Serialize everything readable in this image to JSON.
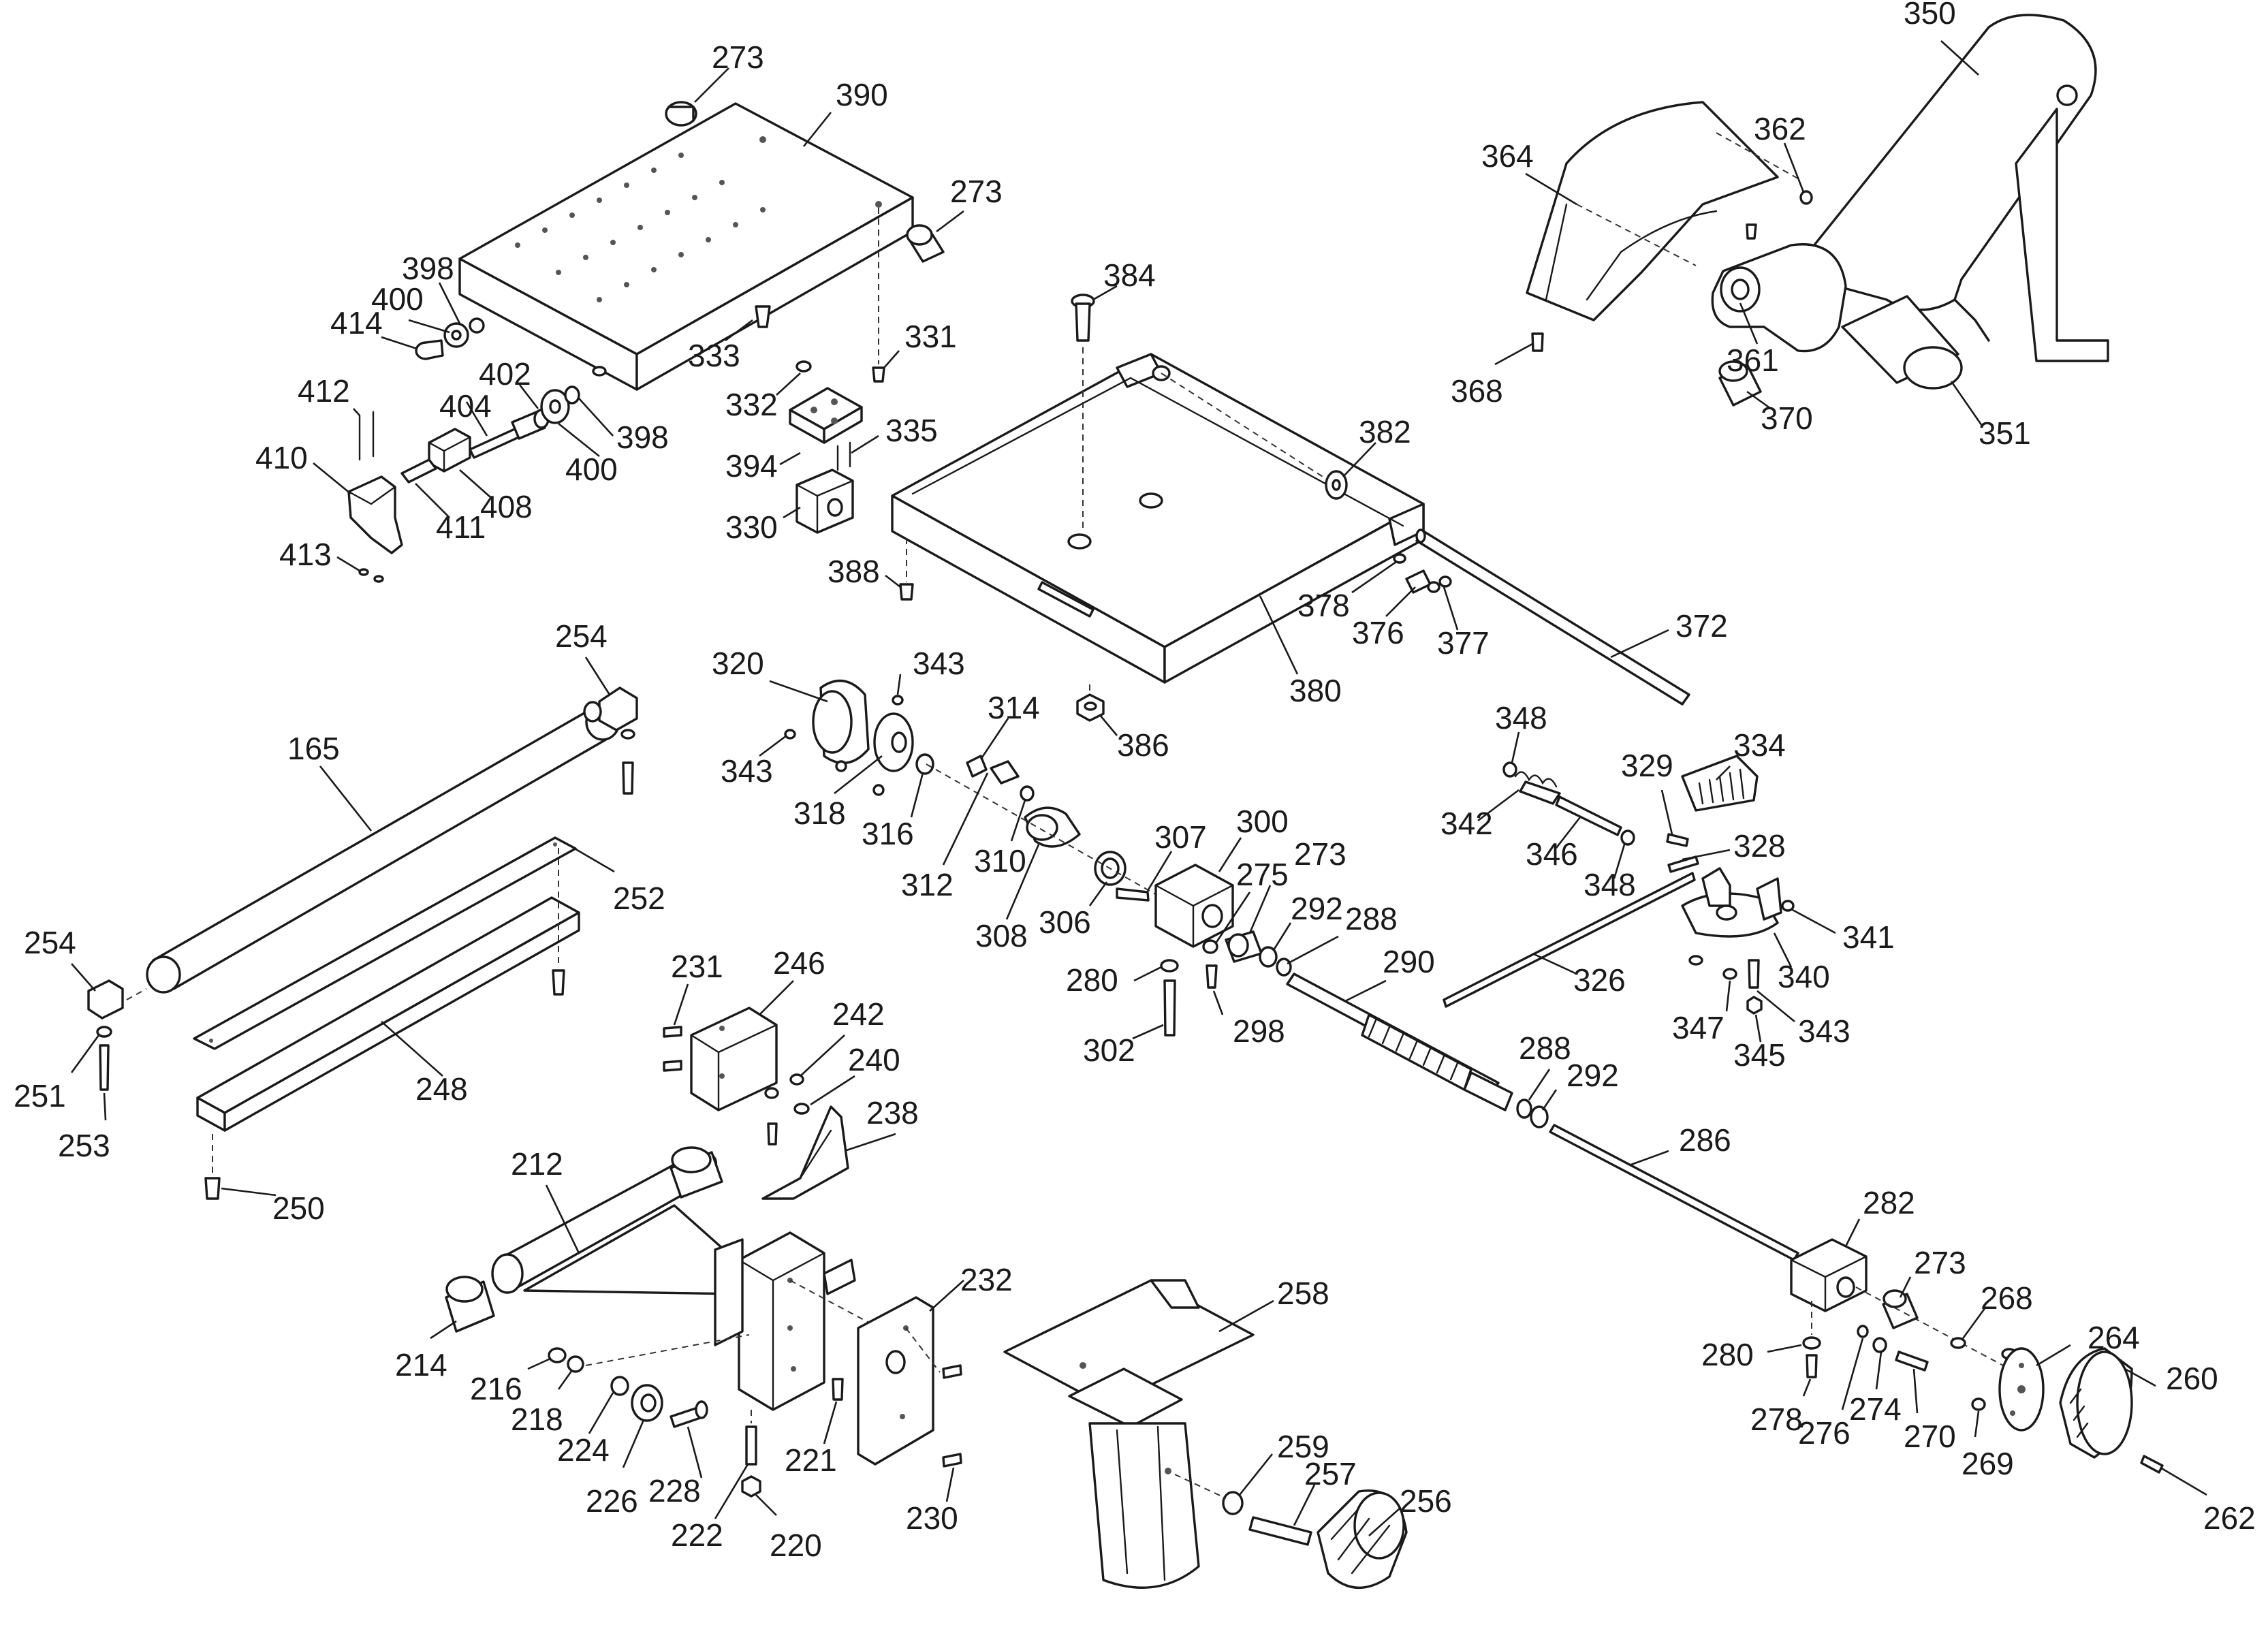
{
  "diagram": {
    "type": "exploded-parts-view",
    "callouts": [
      {
        "id": "273a",
        "text": "273"
      },
      {
        "id": "390",
        "text": "390"
      },
      {
        "id": "273b",
        "text": "273"
      },
      {
        "id": "398a",
        "text": "398"
      },
      {
        "id": "400a",
        "text": "400"
      },
      {
        "id": "414",
        "text": "414"
      },
      {
        "id": "333",
        "text": "333"
      },
      {
        "id": "331",
        "text": "331"
      },
      {
        "id": "402",
        "text": "402"
      },
      {
        "id": "404",
        "text": "404"
      },
      {
        "id": "398b",
        "text": "398"
      },
      {
        "id": "400b",
        "text": "400"
      },
      {
        "id": "412",
        "text": "412"
      },
      {
        "id": "410",
        "text": "410"
      },
      {
        "id": "408",
        "text": "408"
      },
      {
        "id": "411",
        "text": "411"
      },
      {
        "id": "413",
        "text": "413"
      },
      {
        "id": "332",
        "text": "332"
      },
      {
        "id": "335",
        "text": "335"
      },
      {
        "id": "394",
        "text": "394"
      },
      {
        "id": "330",
        "text": "330"
      },
      {
        "id": "384",
        "text": "384"
      },
      {
        "id": "382",
        "text": "382"
      },
      {
        "id": "388",
        "text": "388"
      },
      {
        "id": "378",
        "text": "378"
      },
      {
        "id": "376",
        "text": "376"
      },
      {
        "id": "377",
        "text": "377"
      },
      {
        "id": "380",
        "text": "380"
      },
      {
        "id": "372",
        "text": "372"
      },
      {
        "id": "386",
        "text": "386"
      },
      {
        "id": "350",
        "text": "350"
      },
      {
        "id": "364",
        "text": "364"
      },
      {
        "id": "362",
        "text": "362"
      },
      {
        "id": "361",
        "text": "361"
      },
      {
        "id": "368",
        "text": "368"
      },
      {
        "id": "370",
        "text": "370"
      },
      {
        "id": "351",
        "text": "351"
      },
      {
        "id": "254a",
        "text": "254"
      },
      {
        "id": "165",
        "text": "165"
      },
      {
        "id": "252",
        "text": "252"
      },
      {
        "id": "254b",
        "text": "254"
      },
      {
        "id": "251",
        "text": "251"
      },
      {
        "id": "253",
        "text": "253"
      },
      {
        "id": "248",
        "text": "248"
      },
      {
        "id": "250",
        "text": "250"
      },
      {
        "id": "320",
        "text": "320"
      },
      {
        "id": "343a",
        "text": "343"
      },
      {
        "id": "343b",
        "text": "343"
      },
      {
        "id": "318",
        "text": "318"
      },
      {
        "id": "316",
        "text": "316"
      },
      {
        "id": "314",
        "text": "314"
      },
      {
        "id": "312",
        "text": "312"
      },
      {
        "id": "310",
        "text": "310"
      },
      {
        "id": "308",
        "text": "308"
      },
      {
        "id": "306",
        "text": "306"
      },
      {
        "id": "307",
        "text": "307"
      },
      {
        "id": "300",
        "text": "300"
      },
      {
        "id": "275",
        "text": "275"
      },
      {
        "id": "273c",
        "text": "273"
      },
      {
        "id": "292a",
        "text": "292"
      },
      {
        "id": "288a",
        "text": "288"
      },
      {
        "id": "280a",
        "text": "280"
      },
      {
        "id": "298",
        "text": "298"
      },
      {
        "id": "302",
        "text": "302"
      },
      {
        "id": "290",
        "text": "290"
      },
      {
        "id": "288b",
        "text": "288"
      },
      {
        "id": "292b",
        "text": "292"
      },
      {
        "id": "286",
        "text": "286"
      },
      {
        "id": "348a",
        "text": "348"
      },
      {
        "id": "342",
        "text": "342"
      },
      {
        "id": "346",
        "text": "346"
      },
      {
        "id": "348b",
        "text": "348"
      },
      {
        "id": "329",
        "text": "329"
      },
      {
        "id": "334",
        "text": "334"
      },
      {
        "id": "328",
        "text": "328"
      },
      {
        "id": "326",
        "text": "326"
      },
      {
        "id": "341",
        "text": "341"
      },
      {
        "id": "340",
        "text": "340"
      },
      {
        "id": "347",
        "text": "347"
      },
      {
        "id": "343c",
        "text": "343"
      },
      {
        "id": "345",
        "text": "345"
      },
      {
        "id": "231",
        "text": "231"
      },
      {
        "id": "246",
        "text": "246"
      },
      {
        "id": "242",
        "text": "242"
      },
      {
        "id": "240",
        "text": "240"
      },
      {
        "id": "238",
        "text": "238"
      },
      {
        "id": "212",
        "text": "212"
      },
      {
        "id": "214",
        "text": "214"
      },
      {
        "id": "216",
        "text": "216"
      },
      {
        "id": "218",
        "text": "218"
      },
      {
        "id": "224",
        "text": "224"
      },
      {
        "id": "226",
        "text": "226"
      },
      {
        "id": "228",
        "text": "228"
      },
      {
        "id": "222",
        "text": "222"
      },
      {
        "id": "220",
        "text": "220"
      },
      {
        "id": "221",
        "text": "221"
      },
      {
        "id": "232",
        "text": "232"
      },
      {
        "id": "230",
        "text": "230"
      },
      {
        "id": "258",
        "text": "258"
      },
      {
        "id": "259",
        "text": "259"
      },
      {
        "id": "257",
        "text": "257"
      },
      {
        "id": "256",
        "text": "256"
      },
      {
        "id": "282",
        "text": "282"
      },
      {
        "id": "273d",
        "text": "273"
      },
      {
        "id": "280b",
        "text": "280"
      },
      {
        "id": "278",
        "text": "278"
      },
      {
        "id": "276",
        "text": "276"
      },
      {
        "id": "274",
        "text": "274"
      },
      {
        "id": "270",
        "text": "270"
      },
      {
        "id": "268",
        "text": "268"
      },
      {
        "id": "264",
        "text": "264"
      },
      {
        "id": "269",
        "text": "269"
      },
      {
        "id": "260",
        "text": "260"
      },
      {
        "id": "262",
        "text": "262"
      }
    ]
  }
}
